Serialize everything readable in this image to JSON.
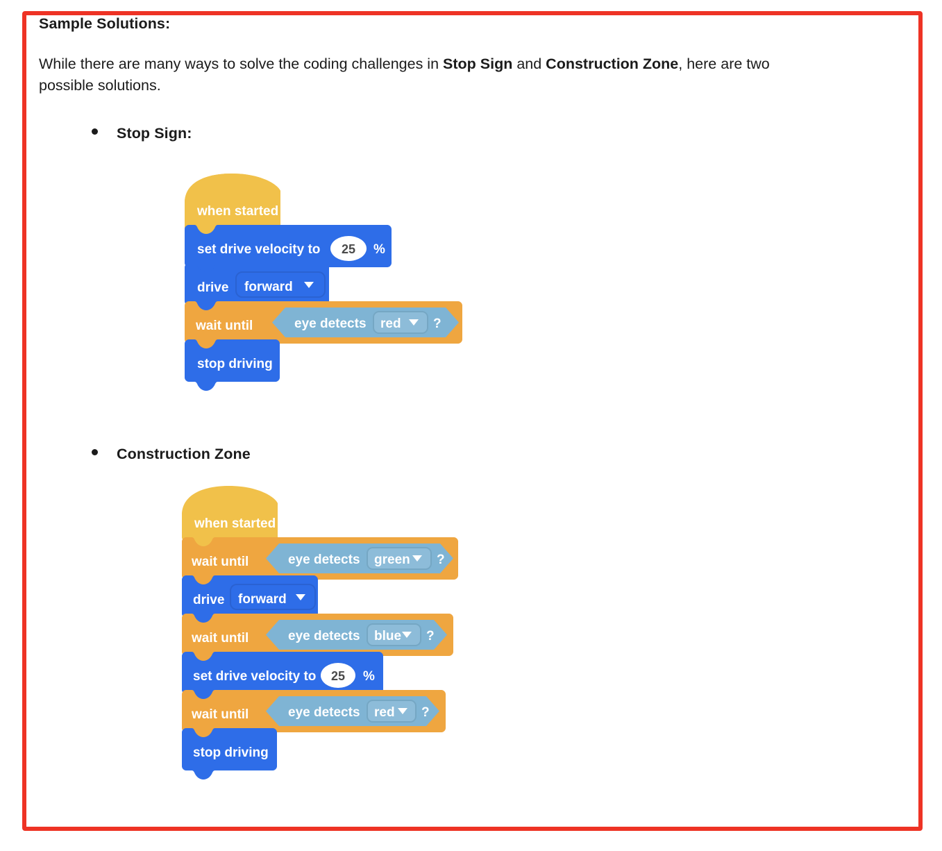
{
  "frame": {
    "border_color": "#ee3325"
  },
  "document": {
    "heading": "Sample Solutions:",
    "paragraph_plain_1": "While there are many ways to solve the coding challenges in ",
    "paragraph_bold_1": "Stop Sign",
    "paragraph_plain_2": " and ",
    "paragraph_bold_2": "Construction Zone",
    "paragraph_plain_3": ", here are two possible solutions.",
    "bullets": [
      {
        "label": "Stop Sign:"
      },
      {
        "label": "Construction Zone"
      }
    ]
  },
  "palette": {
    "hat_yellow": "#f1c14a",
    "control_orange": "#efa640",
    "drivetrain_blue": "#2e6de8",
    "sensing_cyan": "#7fb4d4",
    "value_white": "#ffffff",
    "value_text": "#4a4a4a"
  },
  "programs": [
    {
      "name": "stop-sign-program",
      "blocks": [
        {
          "type": "hat",
          "label": "when started"
        },
        {
          "type": "command",
          "label": "set drive velocity to",
          "value": "25",
          "unit": "%"
        },
        {
          "type": "command",
          "label": "drive",
          "dropdown": "forward"
        },
        {
          "type": "control",
          "label": "wait until",
          "boolean": {
            "label": "eye detects",
            "dropdown": "red",
            "suffix": "?"
          }
        },
        {
          "type": "command",
          "label": "stop driving"
        }
      ]
    },
    {
      "name": "construction-zone-program",
      "blocks": [
        {
          "type": "hat",
          "label": "when started"
        },
        {
          "type": "control",
          "label": "wait until",
          "boolean": {
            "label": "eye detects",
            "dropdown": "green",
            "suffix": "?"
          }
        },
        {
          "type": "command",
          "label": "drive",
          "dropdown": "forward"
        },
        {
          "type": "control",
          "label": "wait until",
          "boolean": {
            "label": "eye detects",
            "dropdown": "blue",
            "suffix": "?"
          }
        },
        {
          "type": "command",
          "label": "set drive velocity to",
          "value": "25",
          "unit": "%"
        },
        {
          "type": "control",
          "label": "wait until",
          "boolean": {
            "label": "eye detects",
            "dropdown": "red",
            "suffix": "?"
          }
        },
        {
          "type": "command",
          "label": "stop driving"
        }
      ]
    }
  ]
}
